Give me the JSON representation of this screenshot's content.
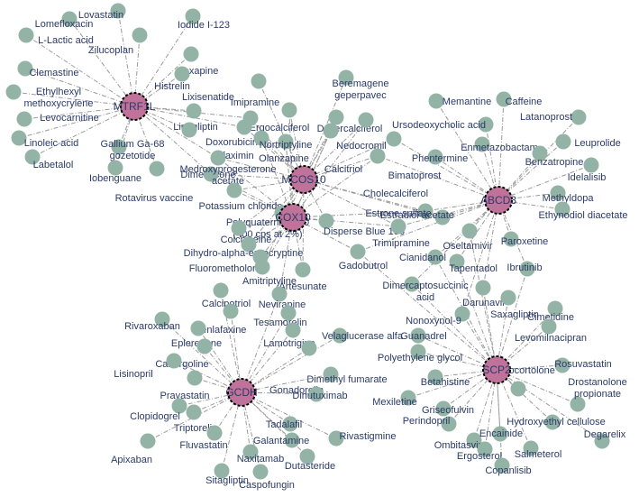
{
  "colors": {
    "hub_fill": "#c0739a",
    "drug_fill": "#93b3a6",
    "edge": "#9a9a9a",
    "label": "#2b3a67"
  },
  "hubs": [
    "MTRF1L",
    "MCOS10",
    "COX10",
    "ABCD3",
    "SCP2",
    "GCDH"
  ],
  "drugs": [
    {
      "label": "Lovastatin",
      "links": [
        "MTRF1L"
      ]
    },
    {
      "label": "Lomefloxacin",
      "links": [
        "MTRF1L"
      ]
    },
    {
      "label": "Iodide I-123",
      "links": [
        "MTRF1L"
      ]
    },
    {
      "label": "L-Lactic acid",
      "links": [
        "MTRF1L"
      ]
    },
    {
      "label": "Zilucoplan",
      "links": [
        "MTRF1L"
      ]
    },
    {
      "label": "Loxapine",
      "links": [
        "MTRF1L"
      ]
    },
    {
      "label": "Histrelin",
      "links": [
        "MTRF1L"
      ]
    },
    {
      "label": "Clemastine",
      "links": [
        "MTRF1L"
      ]
    },
    {
      "label": "Ethylhexyl methoxycrylene",
      "links": [
        "MTRF1L"
      ]
    },
    {
      "label": "Levocarnitine",
      "links": [
        "MTRF1L"
      ]
    },
    {
      "label": "Linoleic acid",
      "links": [
        "MTRF1L"
      ]
    },
    {
      "label": "Labetalol",
      "links": [
        "MTRF1L"
      ]
    },
    {
      "label": "Gallium Ga-68 gozetotide",
      "links": [
        "MTRF1L"
      ]
    },
    {
      "label": "Iobenguane",
      "links": [
        "MTRF1L"
      ]
    },
    {
      "label": "Rotavirus vaccine",
      "links": [
        "MTRF1L"
      ]
    },
    {
      "label": "Linagliptin",
      "links": [
        "MTRF1L"
      ]
    },
    {
      "label": "Lixisenatide",
      "links": [
        "MTRF1L"
      ]
    },
    {
      "label": "Imipramine",
      "links": [
        "MCOS10"
      ]
    },
    {
      "label": "Beremagene geperpavec",
      "links": [
        "MCOS10"
      ]
    },
    {
      "label": "Ergocalciferol",
      "links": [
        "MCOS10",
        "COX10"
      ]
    },
    {
      "label": "Doxercalciferol",
      "links": [
        "MCOS10",
        "COX10"
      ]
    },
    {
      "label": "Doxorubicin",
      "links": [
        "MCOS10",
        "MTRF1L"
      ]
    },
    {
      "label": "Rifaximin",
      "links": [
        "MCOS10",
        "MTRF1L"
      ]
    },
    {
      "label": "Dimethicone",
      "links": [
        "MCOS10",
        "MTRF1L",
        "COX10"
      ]
    },
    {
      "label": "Olanzapine",
      "links": [
        "MCOS10",
        "COX10"
      ]
    },
    {
      "label": "Nortriptyline",
      "links": [
        "MCOS10",
        "COX10"
      ]
    },
    {
      "label": "Nedocromil",
      "links": [
        "MCOS10",
        "COX10"
      ]
    },
    {
      "label": "Medroxyprogesterone acetate",
      "links": [
        "MCOS10",
        "COX10",
        "MTRF1L"
      ]
    },
    {
      "label": "Calcitriol",
      "links": [
        "MCOS10",
        "COX10"
      ]
    },
    {
      "label": "Potassium chloride",
      "links": [
        "MCOS10",
        "COX10"
      ]
    },
    {
      "label": "Polyquaternium-10 (400 cps at 2%)",
      "links": [
        "COX10",
        "MCOS10"
      ]
    },
    {
      "label": "Cholecalciferol",
      "links": [
        "MCOS10",
        "COX10",
        "ABCD3"
      ]
    },
    {
      "label": "Bimatoprost",
      "links": [
        "MCOS10",
        "ABCD3"
      ]
    },
    {
      "label": "Estrone sulfate",
      "links": [
        "MCOS10",
        "COX10",
        "ABCD3"
      ]
    },
    {
      "label": "Estradiol acetate",
      "links": [
        "ABCD3",
        "MCOS10"
      ]
    },
    {
      "label": "Disperse Blue 106",
      "links": [
        "COX10",
        "MCOS10"
      ]
    },
    {
      "label": "Colchiceine",
      "links": [
        "COX10",
        "MCOS10"
      ]
    },
    {
      "label": "Dihydro-alpha-ergocryptine",
      "links": [
        "COX10",
        "MCOS10"
      ]
    },
    {
      "label": "Fluorometholone",
      "links": [
        "COX10"
      ]
    },
    {
      "label": "Amitriptyline",
      "links": [
        "COX10",
        "MCOS10"
      ]
    },
    {
      "label": "Artesunate",
      "links": [
        "COX10",
        "MCOS10"
      ]
    },
    {
      "label": "Trimipramine",
      "links": [
        "ABCD3",
        "MCOS10",
        "COX10"
      ]
    },
    {
      "label": "Gadobutrol",
      "links": [
        "COX10",
        "ABCD3",
        "SCP2"
      ]
    },
    {
      "label": "Memantine",
      "links": [
        "ABCD3"
      ]
    },
    {
      "label": "Caffeine",
      "links": [
        "ABCD3"
      ]
    },
    {
      "label": "Latanoprost",
      "links": [
        "ABCD3"
      ]
    },
    {
      "label": "Ursodeoxycholic acid",
      "links": [
        "ABCD3"
      ]
    },
    {
      "label": "Enmetazobactam",
      "links": [
        "ABCD3"
      ]
    },
    {
      "label": "Leuprolide",
      "links": [
        "ABCD3"
      ]
    },
    {
      "label": "Phentermine",
      "links": [
        "ABCD3"
      ]
    },
    {
      "label": "Benzatropine",
      "links": [
        "ABCD3"
      ]
    },
    {
      "label": "Idelalisib",
      "links": [
        "ABCD3"
      ]
    },
    {
      "label": "Methyldopa",
      "links": [
        "ABCD3"
      ]
    },
    {
      "label": "Ethynodiol diacetate",
      "links": [
        "ABCD3"
      ]
    },
    {
      "label": "Paroxetine",
      "links": [
        "ABCD3"
      ]
    },
    {
      "label": "Oseltamivir",
      "links": [
        "ABCD3",
        "SCP2"
      ]
    },
    {
      "label": "Cianidanol",
      "links": [
        "ABCD3",
        "SCP2"
      ]
    },
    {
      "label": "Tapentadol",
      "links": [
        "ABCD3",
        "SCP2"
      ]
    },
    {
      "label": "Ibrutinib",
      "links": [
        "ABCD3",
        "SCP2"
      ]
    },
    {
      "label": "Dimercaptosuccinic acid",
      "links": [
        "ABCD3",
        "SCP2"
      ]
    },
    {
      "label": "Darunavir",
      "links": [
        "SCP2",
        "ABCD3"
      ]
    },
    {
      "label": "Saxagliptin",
      "links": [
        "SCP2"
      ]
    },
    {
      "label": "Nonoxynol-9",
      "links": [
        "SCP2",
        "ABCD3"
      ]
    },
    {
      "label": "Cimetidine",
      "links": [
        "SCP2"
      ]
    },
    {
      "label": "Levomilnacipran",
      "links": [
        "SCP2"
      ]
    },
    {
      "label": "Guanadrel",
      "links": [
        "SCP2"
      ]
    },
    {
      "label": "Polyethylene glycol",
      "links": [
        "SCP2"
      ]
    },
    {
      "label": "Rosuvastatin",
      "links": [
        "SCP2"
      ]
    },
    {
      "label": "Clocortolone",
      "links": [
        "SCP2"
      ]
    },
    {
      "label": "Betahistine",
      "links": [
        "SCP2"
      ]
    },
    {
      "label": "Mexiletine",
      "links": [
        "SCP2"
      ]
    },
    {
      "label": "Griseofulvin",
      "links": [
        "SCP2"
      ]
    },
    {
      "label": "Perindopril",
      "links": [
        "SCP2"
      ]
    },
    {
      "label": "Drostanolone propionate",
      "links": [
        "SCP2"
      ]
    },
    {
      "label": "Hydroxyethyl cellulose",
      "links": [
        "SCP2"
      ]
    },
    {
      "label": "Degarelix",
      "links": [
        "SCP2"
      ]
    },
    {
      "label": "Ombitasvir",
      "links": [
        "SCP2"
      ]
    },
    {
      "label": "Encainide",
      "links": [
        "SCP2"
      ]
    },
    {
      "label": "Ergosterol",
      "links": [
        "SCP2"
      ]
    },
    {
      "label": "Salmeterol",
      "links": [
        "SCP2"
      ]
    },
    {
      "label": "Copanlisib",
      "links": [
        "SCP2"
      ]
    },
    {
      "label": "Calcipotriol",
      "links": [
        "GCDH"
      ]
    },
    {
      "label": "Nevirapine",
      "links": [
        "GCDH",
        "COX10"
      ]
    },
    {
      "label": "Rivaroxaban",
      "links": [
        "GCDH"
      ]
    },
    {
      "label": "Venlafaxine",
      "links": [
        "GCDH"
      ]
    },
    {
      "label": "Tesamorelin",
      "links": [
        "GCDH"
      ]
    },
    {
      "label": "Eplerenone",
      "links": [
        "GCDH"
      ]
    },
    {
      "label": "Lamotrigine",
      "links": [
        "GCDH"
      ]
    },
    {
      "label": "Velaglucerase alfa",
      "links": [
        "GCDH"
      ]
    },
    {
      "label": "Cabergoline",
      "links": [
        "GCDH"
      ]
    },
    {
      "label": "Lisinopril",
      "links": [
        "GCDH"
      ]
    },
    {
      "label": "Gonadorelin",
      "links": [
        "GCDH"
      ]
    },
    {
      "label": "Pravastatin",
      "links": [
        "GCDH"
      ]
    },
    {
      "label": "Dimethyl fumarate",
      "links": [
        "GCDH"
      ]
    },
    {
      "label": "Dinutuximab",
      "links": [
        "GCDH"
      ]
    },
    {
      "label": "Clopidogrel",
      "links": [
        "GCDH"
      ]
    },
    {
      "label": "Triptorelin",
      "links": [
        "GCDH"
      ]
    },
    {
      "label": "Tadalafil",
      "links": [
        "GCDH"
      ]
    },
    {
      "label": "Fluvastatin",
      "links": [
        "GCDH"
      ]
    },
    {
      "label": "Galantamine",
      "links": [
        "GCDH"
      ]
    },
    {
      "label": "Rivastigmine",
      "links": [
        "GCDH"
      ]
    },
    {
      "label": "Apixaban",
      "links": [
        "GCDH"
      ]
    },
    {
      "label": "Naxitamab",
      "links": [
        "GCDH"
      ]
    },
    {
      "label": "Dutasteride",
      "links": [
        "GCDH"
      ]
    },
    {
      "label": "Sitagliptin",
      "links": [
        "GCDH"
      ]
    },
    {
      "label": "Caspofungin",
      "links": [
        "GCDH"
      ]
    }
  ]
}
